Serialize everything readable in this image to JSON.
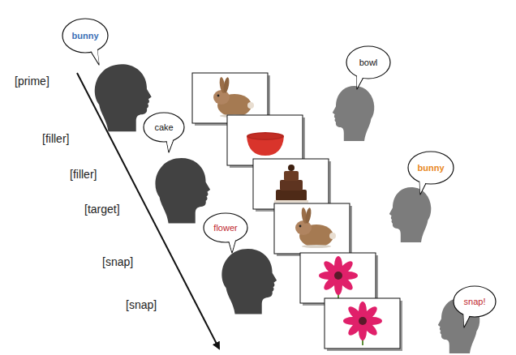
{
  "diagram": {
    "nodes": [
      {
        "text": [
          "bunny"
        ]
      },
      {
        "text": [
          "bowl"
        ]
      },
      {
        "text": [
          "cake"
        ]
      },
      {
        "text": [
          "bunny"
        ]
      },
      {
        "text": [
          "flower"
        ]
      },
      {
        "text": [
          "snap!"
        ]
      }
    ],
    "labels": [
      "[prime]",
      "[filler]",
      "[filler]",
      "[target]",
      "[snap]",
      "[snap]"
    ]
  }
}
